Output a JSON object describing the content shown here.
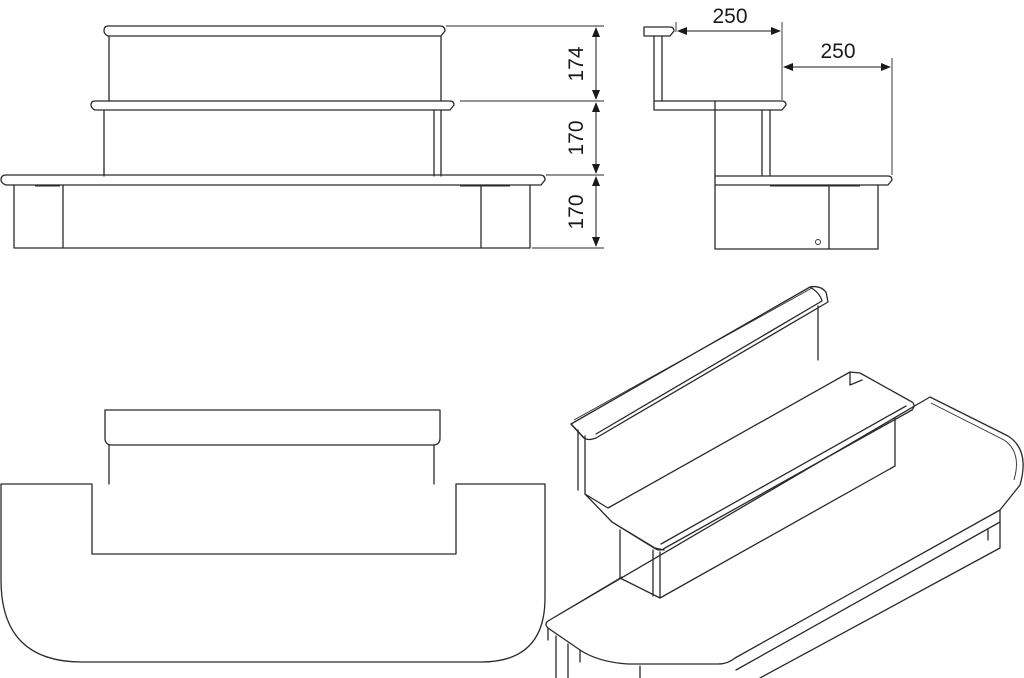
{
  "dimensions": {
    "front_top_height": "174",
    "front_mid_height": "170",
    "front_bottom_height": "170",
    "side_top_depth": "250",
    "side_bottom_depth": "250"
  }
}
